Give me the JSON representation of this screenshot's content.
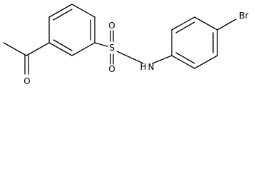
{
  "molecule": {
    "atoms": {
      "acetyl_oxygen": "O",
      "sulfonyl_oxygen_top": "O",
      "sulfonyl_oxygen_bottom": "O",
      "sulfur": "S",
      "amine": "N",
      "amine_hydrogen": "H",
      "bromine": "Br"
    },
    "colors": {
      "bond": "#000000",
      "label": "#000000",
      "background": "#ffffff"
    }
  }
}
